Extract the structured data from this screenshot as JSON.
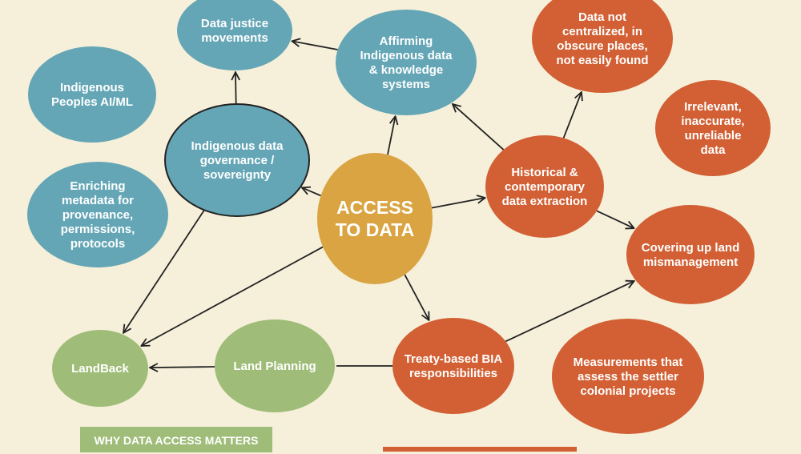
{
  "colors": {
    "background": "#f6f0da",
    "blue": "#64a6b6",
    "orange": "#d26034",
    "gold": "#d9a441",
    "green": "#9fbd78",
    "line": "#222222"
  },
  "nodes": [
    {
      "id": "justice",
      "lines": [
        "Data justice",
        "movements"
      ],
      "color": "blue"
    },
    {
      "id": "affirming",
      "lines": [
        "Affirming",
        "Indigenous data",
        "& knowledge",
        "systems"
      ],
      "color": "blue"
    },
    {
      "id": "notcentral",
      "lines": [
        "Data not",
        "centralized, in",
        "obscure places,",
        "not easily found"
      ],
      "color": "orange"
    },
    {
      "id": "aiml",
      "lines": [
        "Indigenous",
        "Peoples AI/ML"
      ],
      "color": "blue"
    },
    {
      "id": "irrelevant",
      "lines": [
        "Irrelevant,",
        "inaccurate,",
        "unreliable",
        "data"
      ],
      "color": "orange"
    },
    {
      "id": "governance",
      "lines": [
        "Indigenous data",
        "governance /",
        "sovereignty"
      ],
      "color": "blue"
    },
    {
      "id": "enriching",
      "lines": [
        "Enriching",
        "metadata for",
        "provenance,",
        "permissions,",
        "protocols"
      ],
      "color": "blue"
    },
    {
      "id": "access",
      "lines": [
        "ACCESS",
        "TO DATA"
      ],
      "color": "gold"
    },
    {
      "id": "historical",
      "lines": [
        "Historical &",
        "contemporary",
        "data extraction"
      ],
      "color": "orange"
    },
    {
      "id": "covering",
      "lines": [
        "Covering up land",
        "mismanagement"
      ],
      "color": "orange"
    },
    {
      "id": "landback",
      "lines": [
        "LandBack"
      ],
      "color": "green"
    },
    {
      "id": "planning",
      "lines": [
        "Land Planning"
      ],
      "color": "green"
    },
    {
      "id": "treaty",
      "lines": [
        "Treaty-based BIA",
        "responsibilities"
      ],
      "color": "orange"
    },
    {
      "id": "measure",
      "lines": [
        "Measurements that",
        "assess the settler",
        "colonial projects"
      ],
      "color": "orange"
    }
  ],
  "edges": [
    {
      "from": "affirming",
      "to": "justice"
    },
    {
      "from": "governance",
      "to": "justice"
    },
    {
      "from": "access",
      "to": "governance"
    },
    {
      "from": "access",
      "to": "affirming"
    },
    {
      "from": "access",
      "to": "historical"
    },
    {
      "from": "access",
      "to": "landback"
    },
    {
      "from": "governance",
      "to": "landback"
    },
    {
      "from": "access",
      "to": "treaty"
    },
    {
      "from": "historical",
      "to": "affirming"
    },
    {
      "from": "historical",
      "to": "notcentral"
    },
    {
      "from": "historical",
      "to": "covering"
    },
    {
      "from": "treaty",
      "to": "covering"
    },
    {
      "from": "treaty",
      "to": "planning",
      "arrow": false
    },
    {
      "from": "planning",
      "to": "landback"
    }
  ],
  "banner": "WHY DATA ACCESS MATTERS"
}
